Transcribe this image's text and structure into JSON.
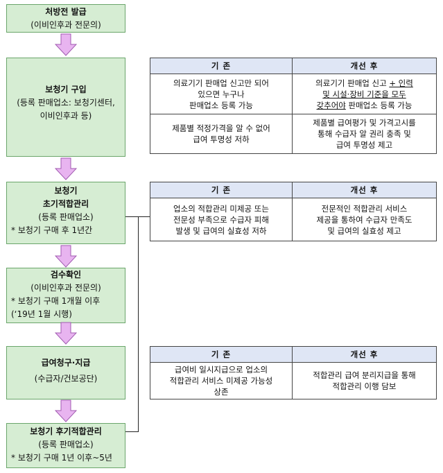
{
  "steps": [
    {
      "title": "처방전 발급",
      "lines": [
        "(이비인후과 전문의)"
      ]
    },
    {
      "title": "보청기 구입",
      "lines": [
        "(등록 판매업소: 보청기센터,",
        "이비인후과 등)"
      ]
    },
    {
      "title_lines": [
        "보청기",
        "초기적합관리"
      ],
      "lines": [
        "(등록 판매업소)"
      ],
      "notes": [
        "* 보청기 구매 후 1년간"
      ]
    },
    {
      "title": "검수확인",
      "lines": [
        "(이비인후과 전문의)"
      ],
      "notes": [
        "* 보청기 구매 1개월 이후",
        "(‘19년 1월 시행)"
      ]
    },
    {
      "title": "급여청구·지급",
      "lines": [
        "(수급자/건보공단)"
      ]
    },
    {
      "title": "보청기 후기적합관리",
      "lines": [
        "(등록 판매업소)"
      ],
      "notes": [
        "* 보청기 구매 1년 이후~5년"
      ]
    }
  ],
  "headers": {
    "before": "기  존",
    "after": "개선 후"
  },
  "table1": {
    "row1_before": [
      "의료기기 판매업 신고만 되어",
      "있으면 누구나",
      "판매업소 등록 가능"
    ],
    "row1_after_l1_a": "의료기기 판매업 신고 ",
    "row1_after_l1_b": "+ 인력",
    "row1_after_l2": "및 시설·장비 기준을 모두",
    "row1_after_l3_a": "갖추어야",
    "row1_after_l3_b": " 판매업소 등록 가능",
    "row2_before": [
      "제품별 적정가격을 알 수 없어",
      "급여 투명성 저하"
    ],
    "row2_after": [
      "제품별 급여평가 및 가격고시를",
      "통해 수급자 알 권리 충족 및",
      "급여 투명성 제고"
    ]
  },
  "table2": {
    "before": [
      "업소의 적합관리 미제공 또는",
      "전문성 부족으로 수급자 피해",
      "발생 및 급여의 실효성 저하"
    ],
    "after": [
      "전문적인 적합관리 서비스",
      "제공을 통하여 수급자 만족도",
      "및 급여의 실효성 제고"
    ]
  },
  "table3": {
    "before": [
      "급여비 일시지급으로 업소의",
      "적합관리 서비스 미제공 가능성",
      "상존"
    ],
    "after": [
      "적합관리 급여 분리지급을 통해",
      "적합관리 이행 담보"
    ]
  }
}
